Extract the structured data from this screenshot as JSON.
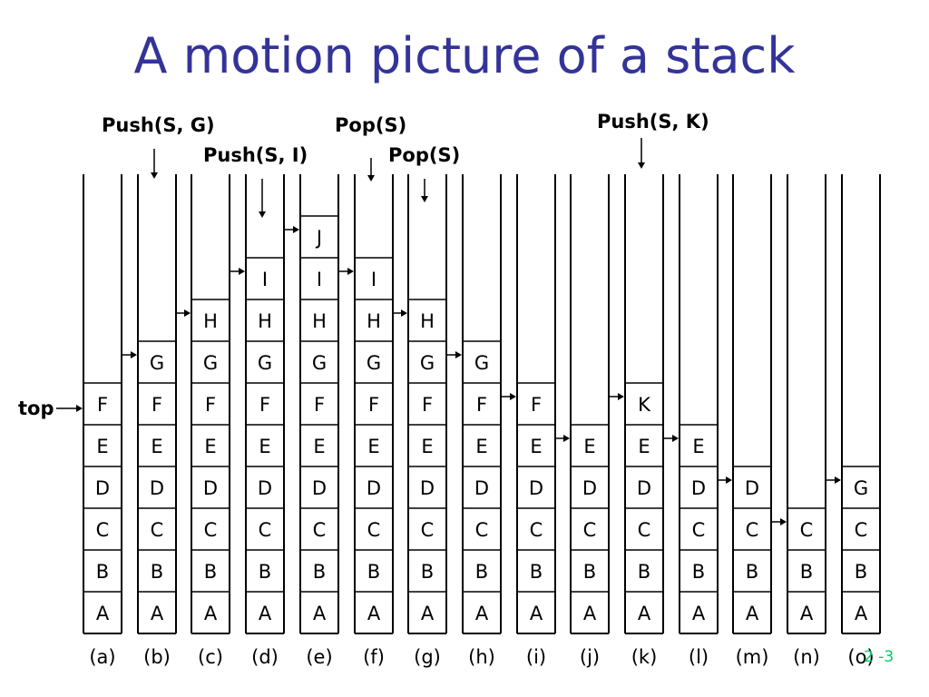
{
  "title": "A motion picture of a stack",
  "operations": [
    {
      "id": "push-g",
      "label": "Push(S, G)"
    },
    {
      "id": "pop-1",
      "label": "Pop(S)"
    },
    {
      "id": "push-i",
      "label": "Push(S,  I)"
    },
    {
      "id": "pop-2",
      "label": "Pop(S)"
    },
    {
      "id": "push-k",
      "label": "Push(S,  K)"
    }
  ],
  "top_label": "top",
  "page_number": "2 -3",
  "stacks": [
    {
      "label": "(a)",
      "items": [
        "A",
        "B",
        "C",
        "D",
        "E",
        "F"
      ]
    },
    {
      "label": "(b)",
      "items": [
        "A",
        "B",
        "C",
        "D",
        "E",
        "F",
        "G"
      ]
    },
    {
      "label": "(c)",
      "items": [
        "A",
        "B",
        "C",
        "D",
        "E",
        "F",
        "G",
        "H"
      ]
    },
    {
      "label": "(d)",
      "items": [
        "A",
        "B",
        "C",
        "D",
        "E",
        "F",
        "G",
        "H",
        "I"
      ]
    },
    {
      "label": "(e)",
      "items": [
        "A",
        "B",
        "C",
        "D",
        "E",
        "F",
        "G",
        "H",
        "I",
        "J"
      ]
    },
    {
      "label": "(f)",
      "items": [
        "A",
        "B",
        "C",
        "D",
        "E",
        "F",
        "G",
        "H",
        "I"
      ]
    },
    {
      "label": "(g)",
      "items": [
        "A",
        "B",
        "C",
        "D",
        "E",
        "F",
        "G",
        "H"
      ]
    },
    {
      "label": "(h)",
      "items": [
        "A",
        "B",
        "C",
        "D",
        "E",
        "F",
        "G"
      ]
    },
    {
      "label": "(i)",
      "items": [
        "A",
        "B",
        "C",
        "D",
        "E",
        "F"
      ]
    },
    {
      "label": "(j)",
      "items": [
        "A",
        "B",
        "C",
        "D",
        "E"
      ]
    },
    {
      "label": "(k)",
      "items": [
        "A",
        "B",
        "C",
        "D",
        "E",
        "K"
      ]
    },
    {
      "label": "(l)",
      "items": [
        "A",
        "B",
        "C",
        "D",
        "E"
      ]
    },
    {
      "label": "(m)",
      "items": [
        "A",
        "B",
        "C",
        "D"
      ]
    },
    {
      "label": "(n)",
      "items": [
        "A",
        "B",
        "C"
      ]
    },
    {
      "label": "(o)",
      "items": [
        "A",
        "B",
        "C",
        "G"
      ]
    }
  ]
}
